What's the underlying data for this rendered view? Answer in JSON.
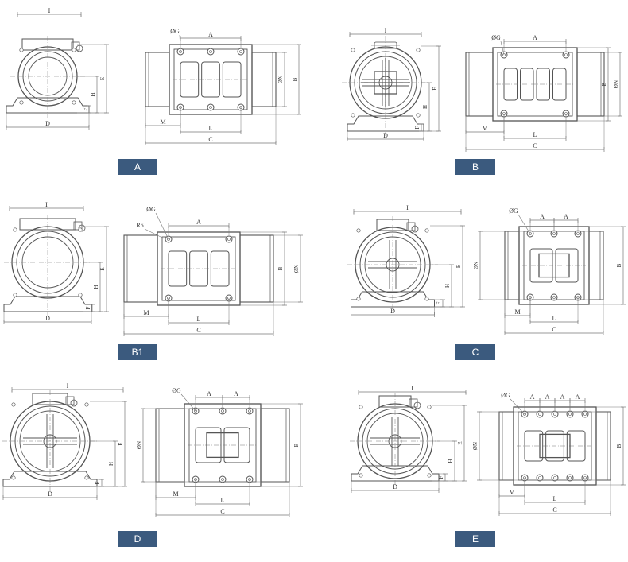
{
  "colors": {
    "line": "#555555",
    "dim": "#777777",
    "tag_bg": "#3b5a7e",
    "tag_text": "#ffffff"
  },
  "panels": [
    {
      "id": "A",
      "label": "A",
      "side_dims": [
        "I",
        "D",
        "E",
        "H",
        "F"
      ],
      "top_dims": [
        "ØG",
        "A",
        "M",
        "L",
        "C",
        "ØN",
        "B"
      ]
    },
    {
      "id": "B",
      "label": "B",
      "side_dims": [
        "I",
        "D",
        "E",
        "H",
        "F"
      ],
      "top_dims": [
        "ØG",
        "A",
        "M",
        "L",
        "C",
        "ØN",
        "B"
      ]
    },
    {
      "id": "B1",
      "label": "B1",
      "side_dims": [
        "I",
        "D",
        "E",
        "H",
        "F"
      ],
      "top_dims": [
        "ØG",
        "R6",
        "A",
        "M",
        "L",
        "C",
        "ØN",
        "B"
      ]
    },
    {
      "id": "C",
      "label": "C",
      "side_dims": [
        "I",
        "D",
        "E",
        "H",
        "F"
      ],
      "top_dims": [
        "ØG",
        "A",
        "A",
        "M",
        "L",
        "C",
        "ØN",
        "B"
      ]
    },
    {
      "id": "D",
      "label": "D",
      "side_dims": [
        "I",
        "D",
        "E",
        "H",
        "F"
      ],
      "top_dims": [
        "ØG",
        "A",
        "A",
        "M",
        "L",
        "C",
        "ØN",
        "B"
      ]
    },
    {
      "id": "E",
      "label": "E",
      "side_dims": [
        "I",
        "D",
        "E",
        "H",
        "F"
      ],
      "top_dims": [
        "ØG",
        "A",
        "A",
        "A",
        "A",
        "M",
        "L",
        "C",
        "ØN",
        "B"
      ]
    }
  ]
}
